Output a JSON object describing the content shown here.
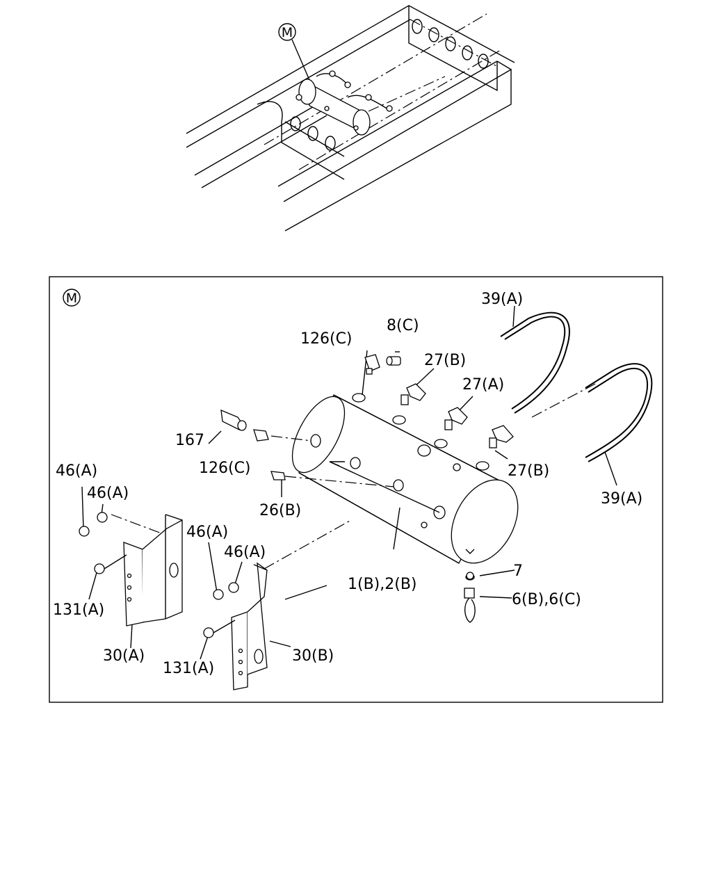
{
  "overview": {
    "marker": "M"
  },
  "detail": {
    "marker": "M",
    "labels": {
      "l_39a_top": "39(A)",
      "l_8c": "8(C)",
      "l_126c_top": "126(C)",
      "l_27b_top": "27(B)",
      "l_27a": "27(A)",
      "l_27b_right": "27(B)",
      "l_39a_right": "39(A)",
      "l_167": "167",
      "l_126c_left": "126(C)",
      "l_46a_1": "46(A)",
      "l_46a_2": "46(A)",
      "l_26b": "26(B)",
      "l_46a_3": "46(A)",
      "l_46a_4": "46(A)",
      "l_1b2b": "1(B),2(B)",
      "l_7": "7",
      "l_6b6c": "6(B),6(C)",
      "l_131a_left": "131(A)",
      "l_30a": "30(A)",
      "l_131a_bottom": "131(A)",
      "l_30b": "30(B)"
    }
  }
}
